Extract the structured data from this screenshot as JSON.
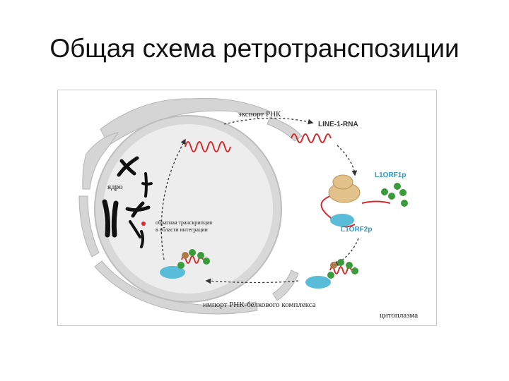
{
  "title": "Общая схема ретротранспозиции",
  "diagram": {
    "labels": {
      "export": "экспорт РНК",
      "line1_rna": "LINE-1-RNA",
      "orf1p": "L1ORF1p",
      "orf2p": "L1ORF2p",
      "nucleus": "ядро",
      "rt_line1": "обратная транскрипция",
      "rt_line2": "в области интеграции",
      "import": "импорт РНК-белкового комплекса",
      "cytoplasm": "цитоплазма"
    },
    "colors": {
      "rna": "#d42a2a",
      "orf1p_protein": "#3a9b3a",
      "orf2p_protein": "#59bcd8",
      "ribosome": "#e3c18a",
      "nucleus_fill": "#ebebeb",
      "er_membrane": "#d5d5d5",
      "label_blue": "#2c9bd0"
    }
  }
}
